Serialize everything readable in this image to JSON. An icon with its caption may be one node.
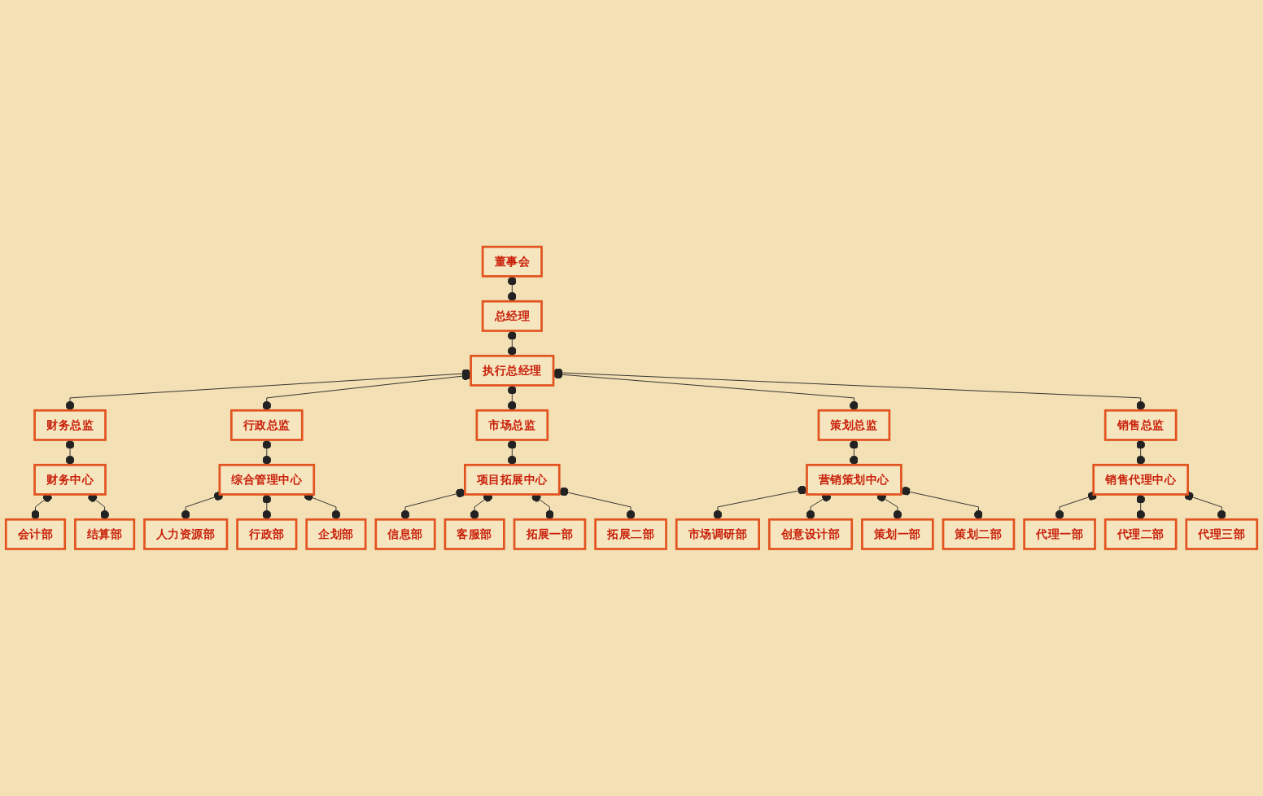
{
  "diagram": {
    "nodes": [
      {
        "text": [
          "董事会"
        ]
      },
      {
        "text": [
          "总经理"
        ]
      },
      {
        "text": [
          "执行总经理"
        ]
      },
      {
        "text": [
          "财务总监"
        ]
      },
      {
        "text": [
          "行政总监"
        ]
      },
      {
        "text": [
          "市场总监"
        ]
      },
      {
        "text": [
          "策划总监"
        ]
      },
      {
        "text": [
          "销售总监"
        ]
      },
      {
        "text": [
          "财务中心"
        ]
      },
      {
        "text": [
          "综合管理中心"
        ]
      },
      {
        "text": [
          "项目拓展中心"
        ]
      },
      {
        "text": [
          "营销策划中心"
        ]
      },
      {
        "text": [
          "销售代理中心"
        ]
      },
      {
        "text": [
          "会计部"
        ]
      },
      {
        "text": [
          "结算部"
        ]
      },
      {
        "text": [
          "人力资源部"
        ]
      },
      {
        "text": [
          "行政部"
        ]
      },
      {
        "text": [
          "企划部"
        ]
      },
      {
        "text": [
          "信息部"
        ]
      },
      {
        "text": [
          "客服部"
        ]
      },
      {
        "text": [
          "拓展一部"
        ]
      },
      {
        "text": [
          "拓展二部"
        ]
      },
      {
        "text": [
          "市场调研部"
        ]
      },
      {
        "text": [
          "创意设计部"
        ]
      },
      {
        "text": [
          "策划一部"
        ]
      },
      {
        "text": [
          "策划二部"
        ]
      },
      {
        "text": [
          "代理一部"
        ]
      },
      {
        "text": [
          "代理二部"
        ]
      },
      {
        "text": [
          "代理三部"
        ]
      }
    ],
    "edges": [
      {
        "from": 0,
        "to": 1,
        "arrow": "other"
      },
      {
        "from": 1,
        "to": 2,
        "arrow": "other"
      },
      {
        "from": 2,
        "to": 3,
        "arrow": "other"
      },
      {
        "from": 2,
        "to": 4,
        "arrow": "other"
      },
      {
        "from": 2,
        "to": 5,
        "arrow": "other"
      },
      {
        "from": 2,
        "to": 6,
        "arrow": "other"
      },
      {
        "from": 2,
        "to": 7,
        "arrow": "other"
      },
      {
        "from": 3,
        "to": 8,
        "arrow": "other"
      },
      {
        "from": 4,
        "to": 9,
        "arrow": "other"
      },
      {
        "from": 5,
        "to": 10,
        "arrow": "other"
      },
      {
        "from": 6,
        "to": 11,
        "arrow": "other"
      },
      {
        "from": 7,
        "to": 12,
        "arrow": "other"
      },
      {
        "from": 8,
        "to": 13,
        "arrow": "other"
      },
      {
        "from": 8,
        "to": 14,
        "arrow": "other"
      },
      {
        "from": 9,
        "to": 15,
        "arrow": "other"
      },
      {
        "from": 9,
        "to": 16,
        "arrow": "other"
      },
      {
        "from": 9,
        "to": 17,
        "arrow": "other"
      },
      {
        "from": 10,
        "to": 18,
        "arrow": "other"
      },
      {
        "from": 10,
        "to": 19,
        "arrow": "other"
      },
      {
        "from": 10,
        "to": 20,
        "arrow": "other"
      },
      {
        "from": 10,
        "to": 21,
        "arrow": "other"
      },
      {
        "from": 11,
        "to": 22,
        "arrow": "other"
      },
      {
        "from": 11,
        "to": 23,
        "arrow": "other"
      },
      {
        "from": 11,
        "to": 24,
        "arrow": "other"
      },
      {
        "from": 11,
        "to": 25,
        "arrow": "other"
      },
      {
        "from": 12,
        "to": 26,
        "arrow": "other"
      },
      {
        "from": 12,
        "to": 27,
        "arrow": "other"
      },
      {
        "from": 12,
        "to": 28,
        "arrow": "other"
      }
    ]
  }
}
